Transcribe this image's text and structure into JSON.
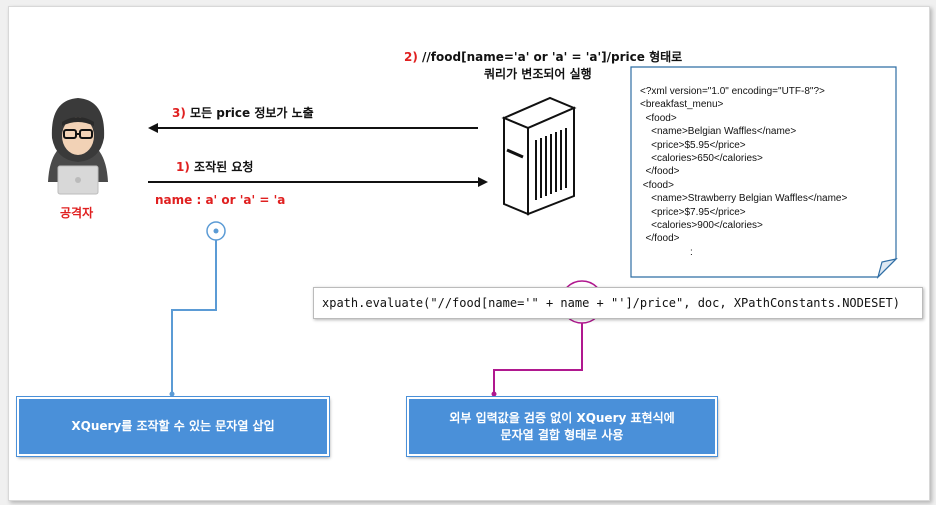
{
  "steps": {
    "step1": {
      "num": "1)",
      "text": "조작된 요청"
    },
    "step2": {
      "num": "2)",
      "line1": "//food[name='a' or 'a' = 'a']/price 형태로",
      "line2": "쿼리가 변조되어 실행"
    },
    "step3": {
      "num": "3)",
      "text": "모든 price 정보가 노출"
    }
  },
  "attacker": {
    "label": "공격자",
    "icon": "hacker-icon"
  },
  "server": {
    "icon": "server-icon"
  },
  "injection": {
    "text": "name : a' or 'a' = 'a"
  },
  "xml_lines": [
    "<?xml version=\"1.0\" encoding=\"UTF-8\"?>",
    "<breakfast_menu>",
    "  <food>",
    "    <name>Belgian Waffles</name>",
    "    <price>$5.95</price>",
    "    <calories>650</calories>",
    "  </food>",
    " <food>",
    "    <name>Strawberry Belgian Waffles</name>",
    "    <price>$7.95</price>",
    "    <calories>900</calories>",
    "  </food>",
    "                  :"
  ],
  "code": {
    "before": "xpath.evaluate(\"//food[name='\" + ",
    "highlight": "name",
    "after": " + \"']/price\", doc, XPathConstants.NODESET)"
  },
  "callouts": {
    "left": "XQuery를 조작할 수 있는 문자열 삽입",
    "right_line1": "외부 입력값을 검증 없이 XQuery 표현식에",
    "right_line2": "문자열 결합 형태로 사용"
  },
  "colors": {
    "accent_red": "#e02020",
    "callout_blue": "#4a90d9",
    "magenta": "#b0188f",
    "connector_blue": "#5b9bd5"
  }
}
